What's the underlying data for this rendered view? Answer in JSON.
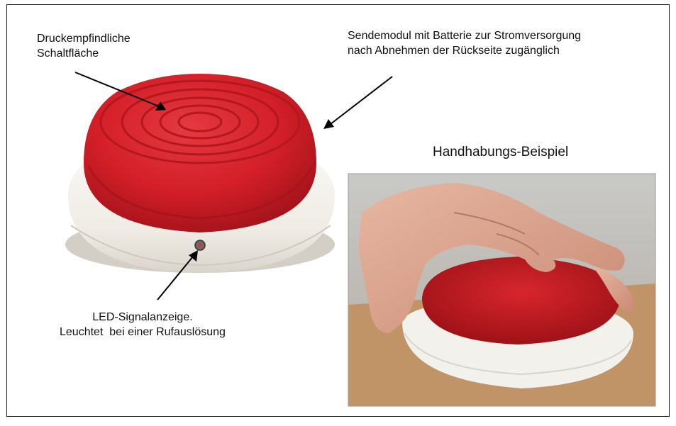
{
  "labels": {
    "button_line1": "Druckempfindliche",
    "button_line2": "Schaltfläche",
    "module_line1": "Sendemodul mit Batterie zur Stromversorgung",
    "module_line2": "nach Abnehmen der Rückseite zugänglich",
    "led_line1": "LED-Signalanzeige.",
    "led_line2": "Leuchtet  bei einer Rufauslösung",
    "example_title": "Handhabungs-Beispiel"
  },
  "icons": {
    "product": "red-call-button-icon",
    "photo": "hand-pressing-button-photo"
  },
  "colors": {
    "button_red": "#d9202a",
    "base_white": "#f1ede6",
    "frame": "#222222"
  }
}
